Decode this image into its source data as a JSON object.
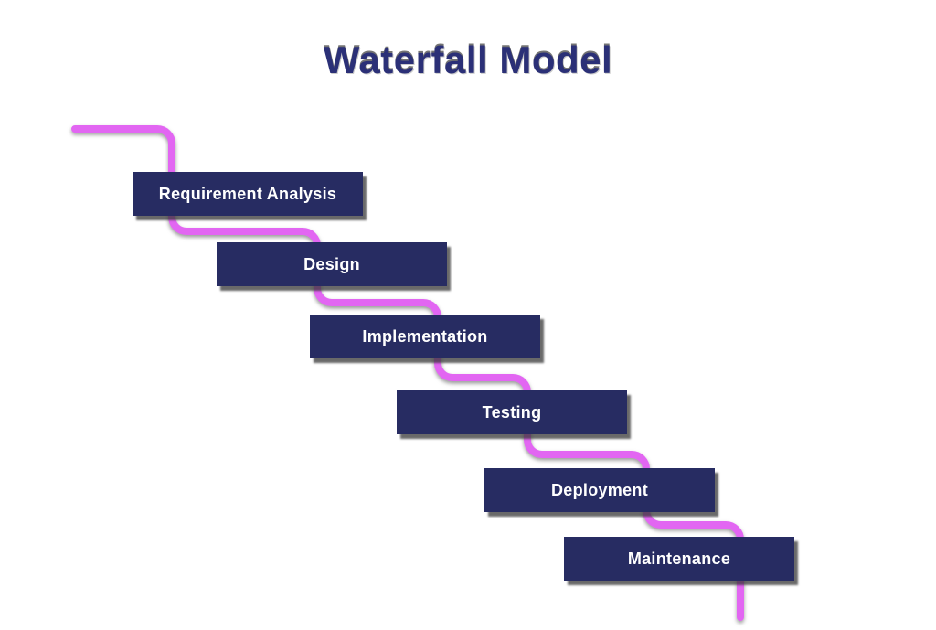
{
  "title": "Waterfall Model",
  "stages": [
    {
      "label": "Requirement Analysis"
    },
    {
      "label": "Design"
    },
    {
      "label": "Implementation"
    },
    {
      "label": "Testing"
    },
    {
      "label": "Deployment"
    },
    {
      "label": "Maintenance"
    }
  ],
  "colors": {
    "background": "#ffffff",
    "box_fill": "#272c62",
    "box_text": "#ffffff",
    "connector": "#e266f2",
    "connector_shadow": "#9a9a9a",
    "title_color": "#2b3077"
  }
}
